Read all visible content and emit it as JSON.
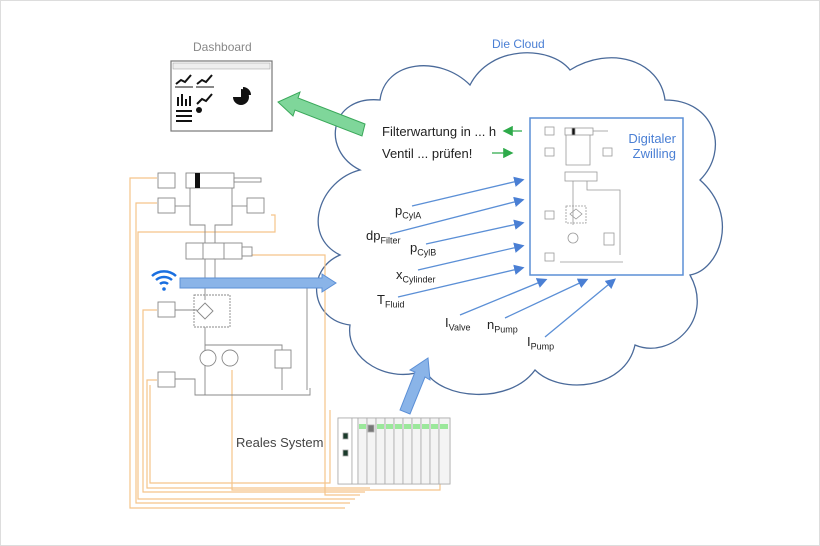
{
  "dashboard": {
    "title": "Dashboard"
  },
  "cloud": {
    "title": "Die Cloud",
    "messages": [
      "Filterwartung in ... h",
      "Ventil ... prüfen!"
    ],
    "twin_label_1": "Digitaler",
    "twin_label_2": "Zwilling"
  },
  "signals": [
    {
      "main": "p",
      "sub": "CylA"
    },
    {
      "main": "dp",
      "sub": "Filter"
    },
    {
      "main": "p",
      "sub": "CylB"
    },
    {
      "main": "x",
      "sub": "Cylinder"
    },
    {
      "main": "T",
      "sub": "Fluid"
    },
    {
      "main": "I",
      "sub": "Valve"
    },
    {
      "main": "n",
      "sub": "Pump"
    },
    {
      "main": "I",
      "sub": "Pump"
    }
  ],
  "real_system": {
    "label": "Reales System"
  },
  "colors": {
    "cloud_title": "#4a7fd4",
    "arrow_blue": "#5b8fd6",
    "arrow_green": "#2eaa4a",
    "wire_orange": "#f5c48a",
    "cloud_outline": "#4a6a9a"
  }
}
